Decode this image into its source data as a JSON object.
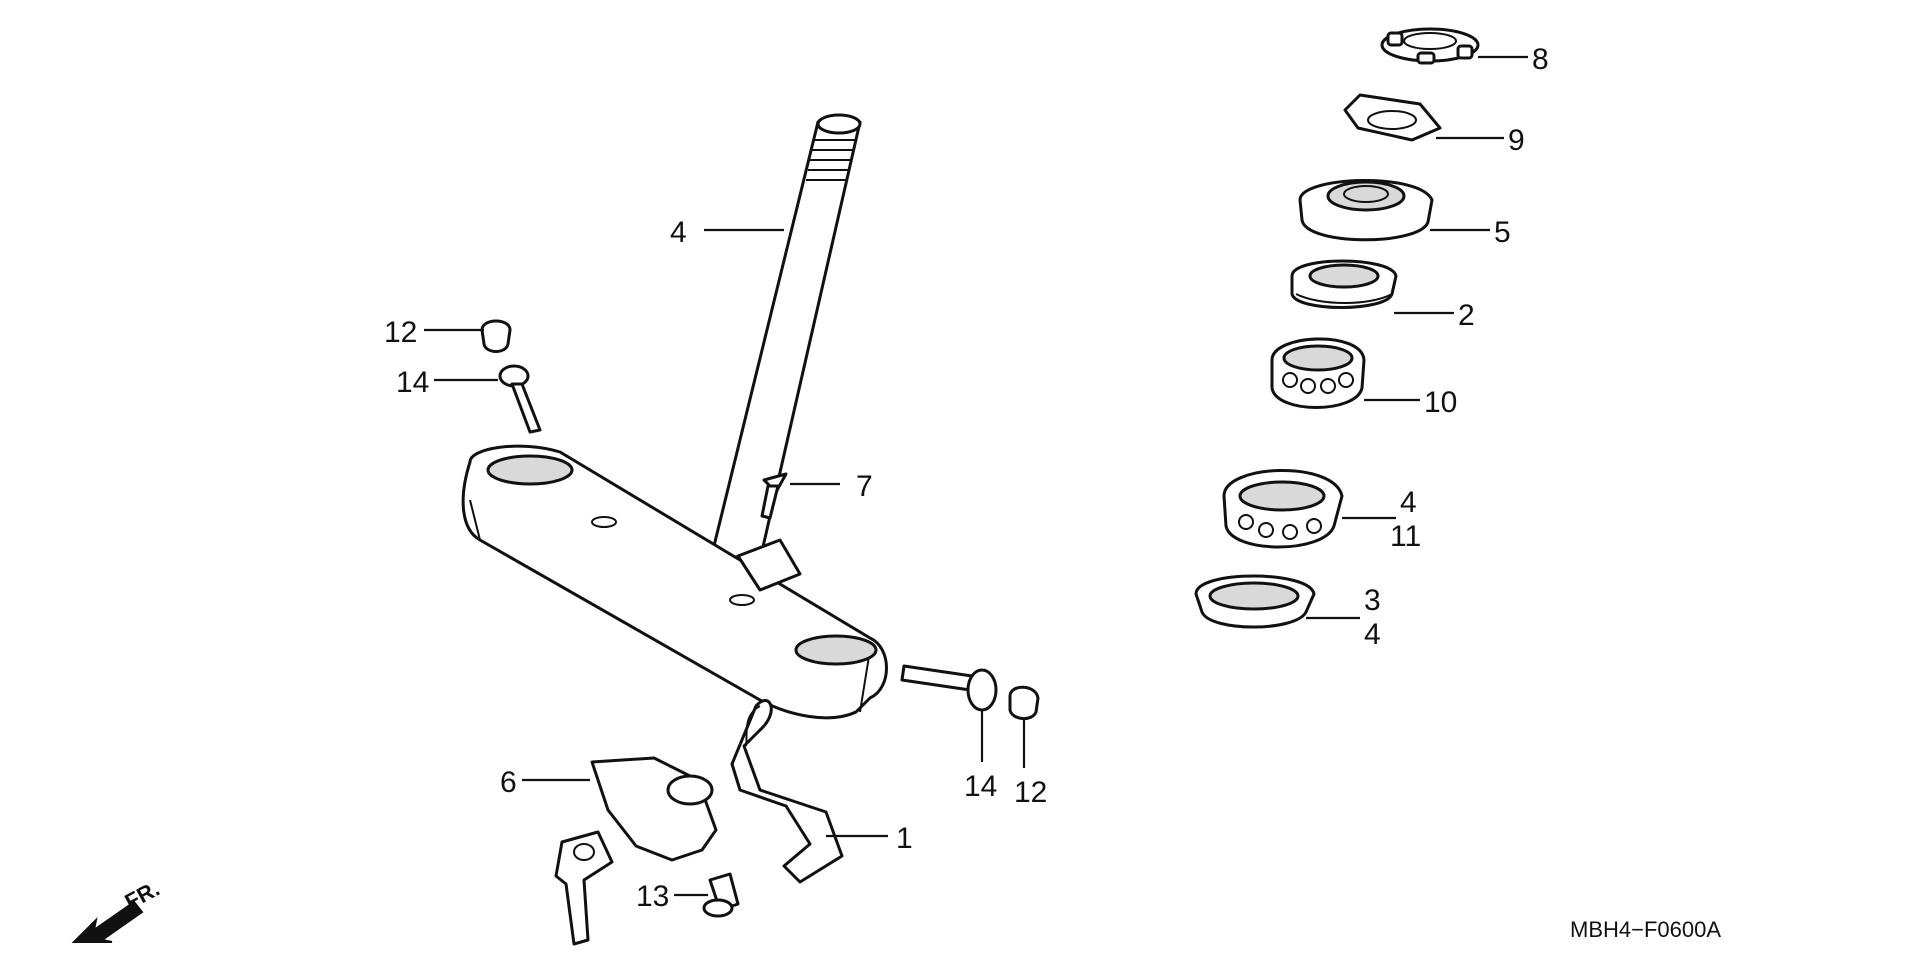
{
  "diagram": {
    "callouts": {
      "c8": "8",
      "c9": "9",
      "c5": "5",
      "c2": "2",
      "c10": "10",
      "c4_race": "4",
      "c11": "11",
      "c3": "3",
      "c4_seal": "4",
      "c4_stem": "4",
      "c12_top": "12",
      "c14_top": "14",
      "c7": "7",
      "c14_side": "14",
      "c12_side": "12",
      "c6": "6",
      "c1": "1",
      "c13": "13"
    },
    "front_label": "FR.",
    "diagram_code": "MBH4−F0600A",
    "colors": {
      "line": "#111111",
      "background": "#ffffff"
    }
  }
}
